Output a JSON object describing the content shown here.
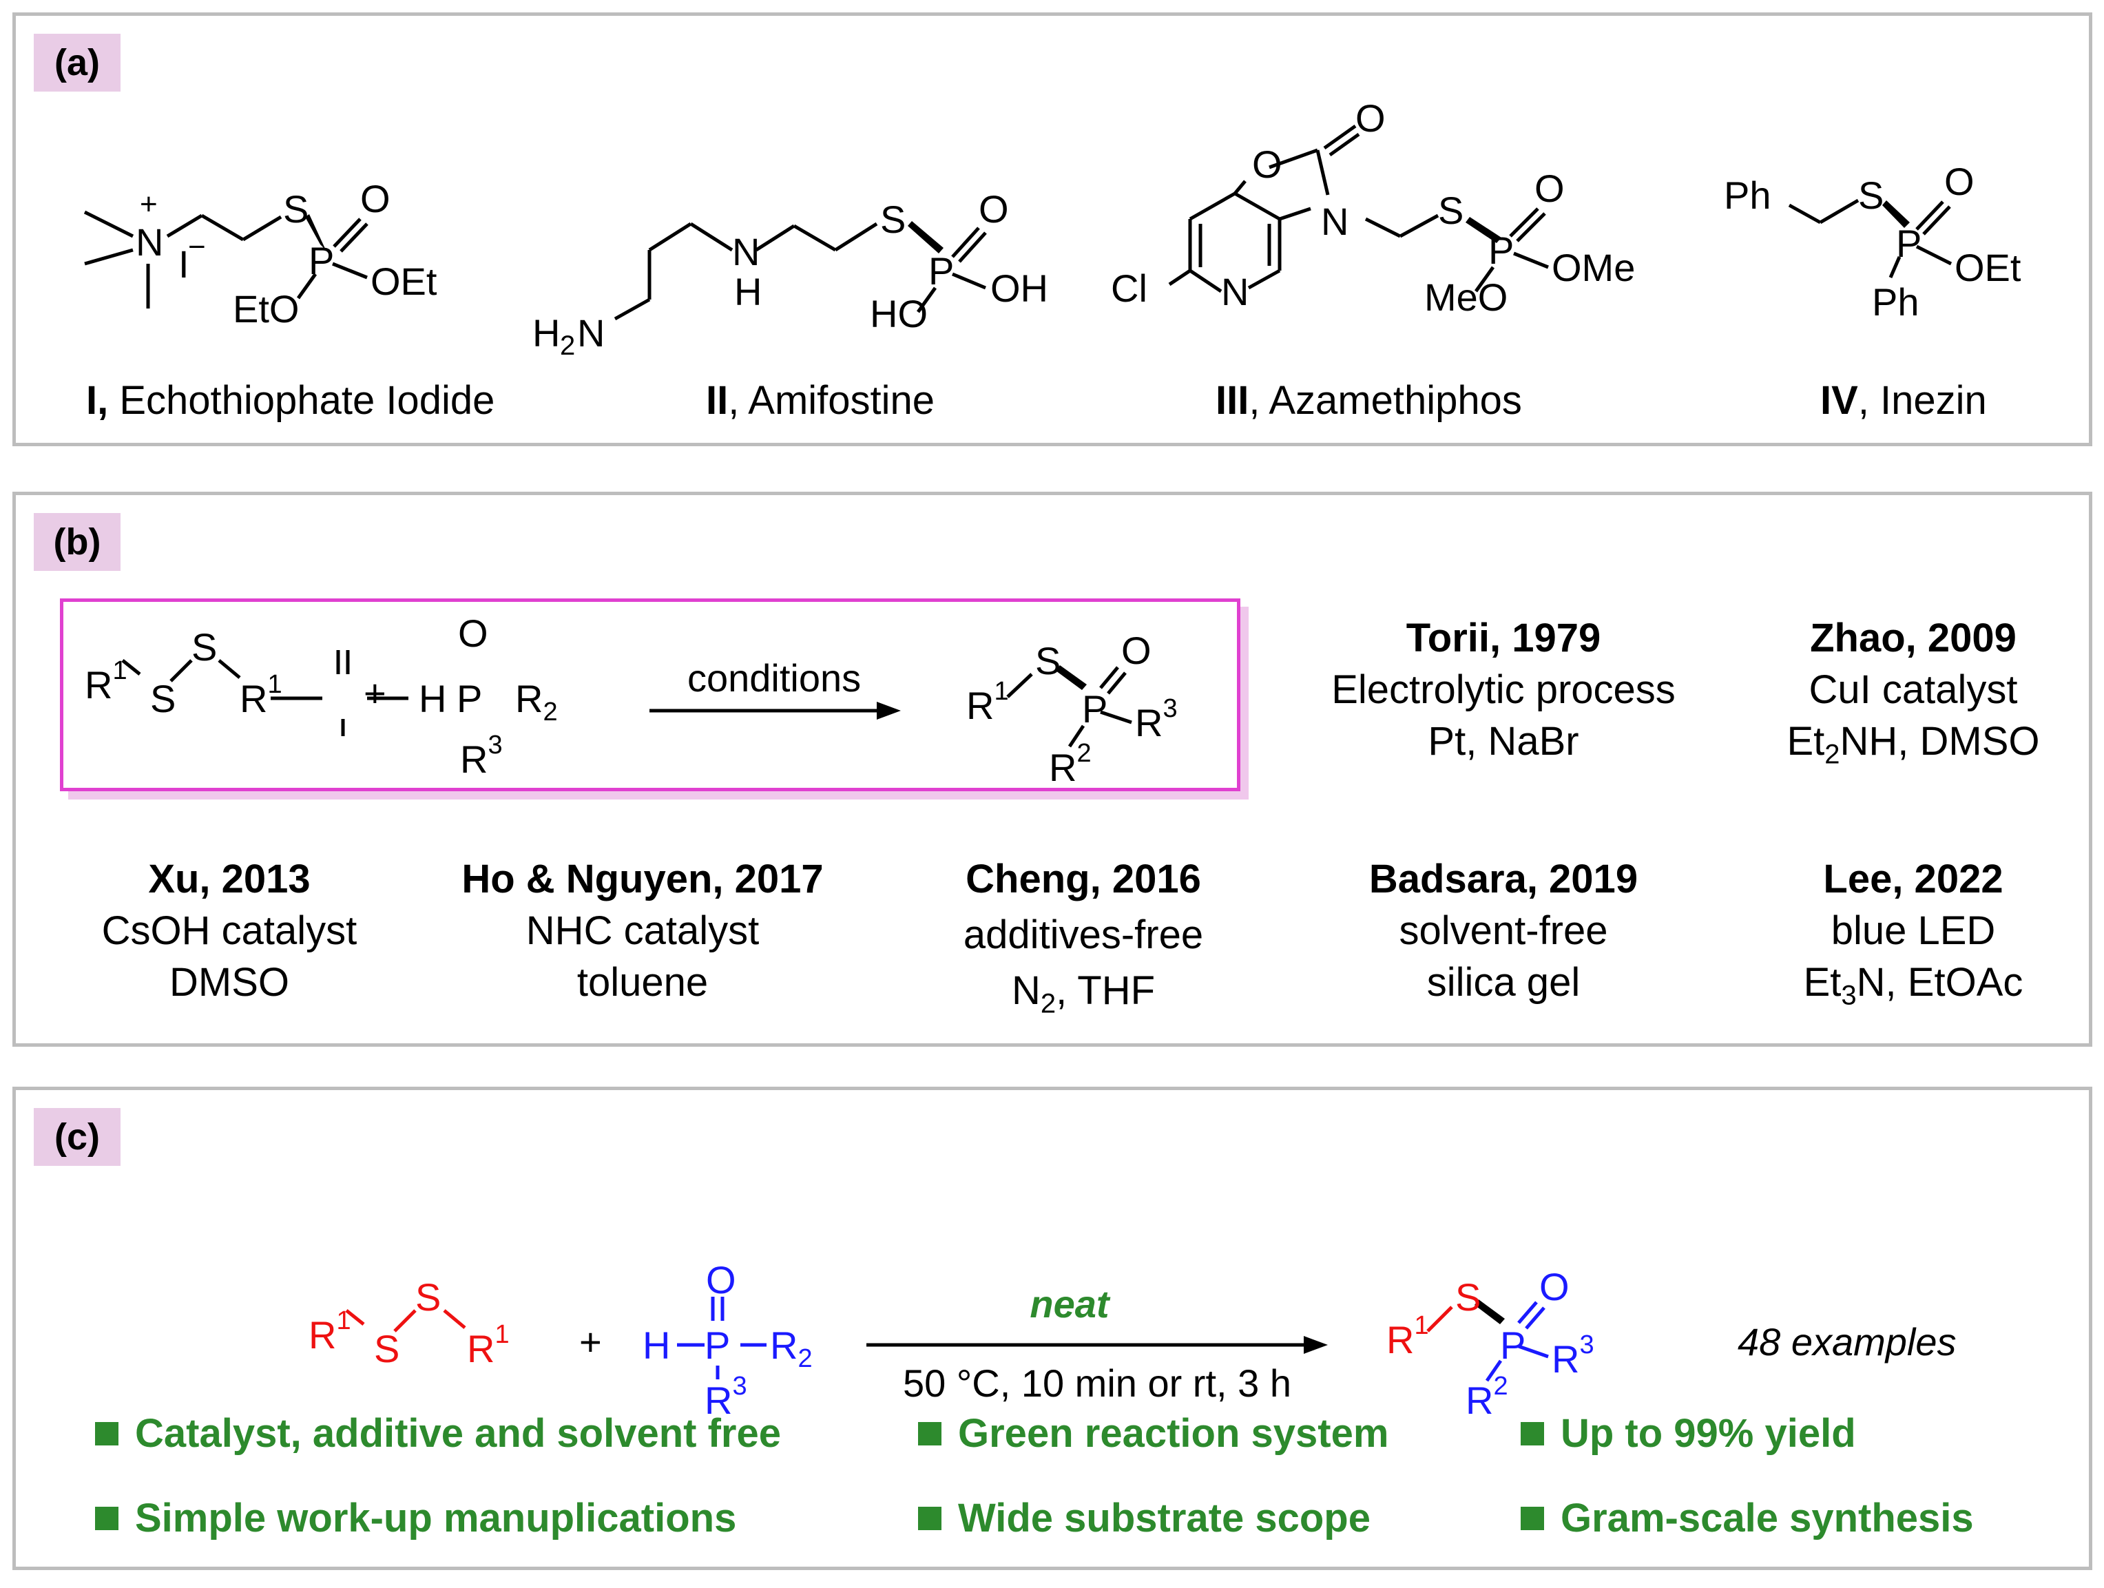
{
  "panels": {
    "a": {
      "tag": "(a)",
      "compounds": [
        {
          "num": "I,",
          "name": " Echothiophate Iodide"
        },
        {
          "num": "II",
          "name": ", Amifostine"
        },
        {
          "num": "III",
          "name": ", Azamethiphos"
        },
        {
          "num": "IV",
          "name": ", Inezin"
        }
      ]
    },
    "b": {
      "tag": "(b)",
      "arrow_label": "conditions",
      "methods": [
        {
          "author": "Torii, 1979",
          "line1": "Electrolytic process",
          "line2": "Pt, NaBr"
        },
        {
          "author": "Zhao, 2009",
          "line1": "CuI catalyst",
          "line2_pre": "Et",
          "line2_sub": "2",
          "line2_post": "NH, DMSO"
        },
        {
          "author": "Xu, 2013",
          "line1": "CsOH catalyst",
          "line2": "DMSO"
        },
        {
          "author": "Ho & Nguyen, 2017",
          "line1": "NHC catalyst",
          "line2": "toluene"
        },
        {
          "author": "Cheng, 2016",
          "line1": "additives-free",
          "line2_pre": "N",
          "line2_sub": "2",
          "line2_post": ", THF"
        },
        {
          "author": "Badsara, 2019",
          "line1": "solvent-free",
          "line2": "silica gel"
        },
        {
          "author": "Lee, 2022",
          "line1": "blue LED",
          "line2_pre": "Et",
          "line2_sub": "3",
          "line2_post": "N, EtOAc"
        }
      ]
    },
    "c": {
      "tag": "(c)",
      "arrow_top": "neat",
      "arrow_bottom": "50 °C, 10 min or rt, 3 h",
      "examples": "48 examples",
      "features": [
        "Catalyst, additive and solvent free",
        "Green reaction system",
        "Up to 99% yield",
        "Simple work-up manuplications",
        "Wide substrate scope",
        "Gram-scale synthesis"
      ]
    }
  },
  "atoms": {
    "S": "S",
    "P": "P",
    "O": "O",
    "N": "N",
    "H": "H",
    "OEt": "OEt",
    "EtO": "EtO",
    "OH": "OH",
    "HO": "HO",
    "OMe": "OMe",
    "MeO": "MeO",
    "Ph": "Ph",
    "Cl": "Cl",
    "H2N_H": "H",
    "H2N_sub": "2",
    "H2N_N": "N",
    "I": "I",
    "minus": "−",
    "plus": "+",
    "R": "R",
    "s1": "1",
    "s2": "2",
    "s3": "3",
    "sub2": "2"
  },
  "colors": {
    "red": "#ee1111",
    "blue": "#1a1aff",
    "green": "#2d8a2d",
    "magenta": "#e040d0",
    "tag_bg": "#e9cce6"
  }
}
